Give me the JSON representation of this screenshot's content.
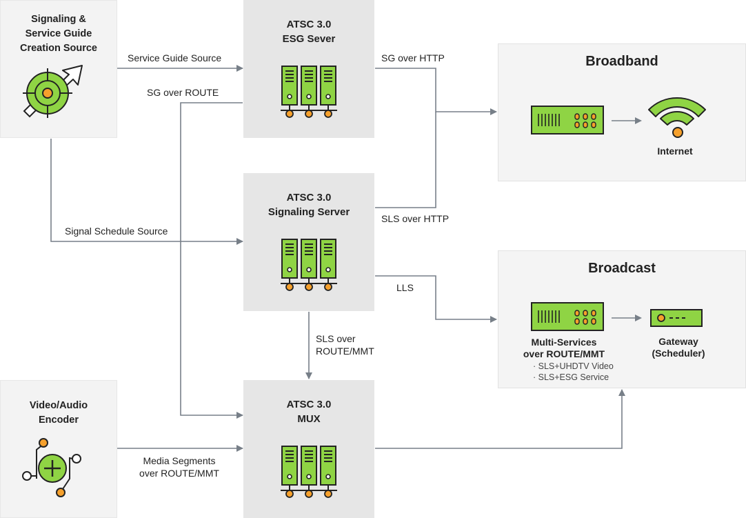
{
  "nodes": {
    "sg_source": "Signaling &\nService Guide\nCreation Source",
    "encoder": "Video/Audio\nEncoder",
    "esg_server": "ATSC 3.0\nESG Sever",
    "signaling_server": "ATSC 3.0\nSignaling Server",
    "mux": "ATSC 3.0\nMUX",
    "broadband": "Broadband",
    "broadcast": "Broadcast"
  },
  "edges": {
    "service_guide_source": "Service Guide Source",
    "sg_over_route": "SG over ROUTE",
    "signal_schedule_source": "Signal Schedule Source",
    "sg_over_http": "SG over HTTP",
    "sls_over_http": "SLS over HTTP",
    "lls": "LLS",
    "sls_over_route_mmt": "SLS over\nROUTE/MMT",
    "media_segments": "Media Segments\nover ROUTE/MMT"
  },
  "broadband_items": {
    "internet": "Internet"
  },
  "broadcast_items": {
    "multi_services": "Multi-Services\nover ROUTE/MMT",
    "bullets": "· SLS+UHDTV Video\n· SLS+ESG Service",
    "gateway": "Gateway\n(Scheduler)"
  },
  "colors": {
    "accent_green": "#8fd444",
    "accent_orange": "#f5a02c",
    "outline": "#222222",
    "connector": "#777f88"
  }
}
